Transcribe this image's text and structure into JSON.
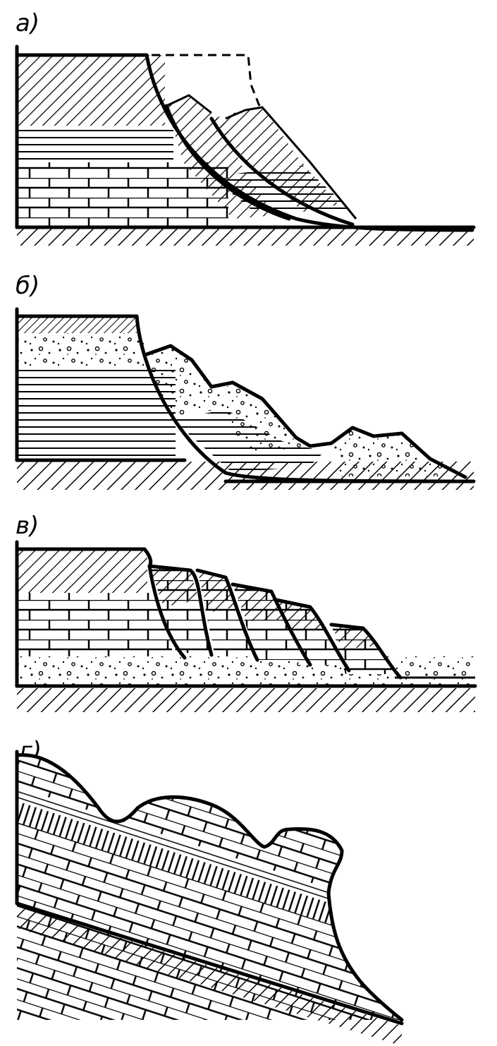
{
  "panels": [
    {
      "label": "а)"
    },
    {
      "label": "б)"
    },
    {
      "label": "в)"
    },
    {
      "label": "г)"
    }
  ],
  "colors": {
    "ink": "#000000",
    "paper": "#ffffff"
  }
}
